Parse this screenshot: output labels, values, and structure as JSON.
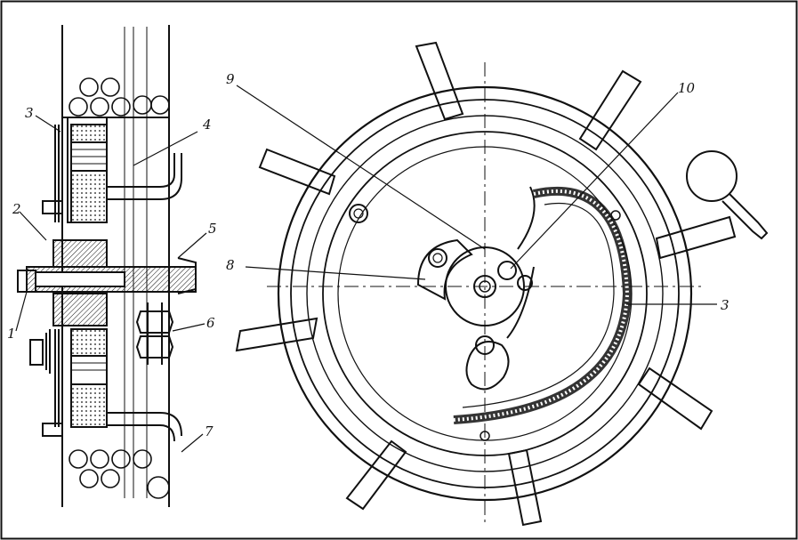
{
  "figure": {
    "style": "black ink technical line drawing",
    "ink_color": "#111111",
    "background": "#ffffff"
  },
  "callouts": {
    "left": {
      "c1": "1",
      "c2": "2",
      "c3": "3",
      "c4": "4",
      "c5": "5",
      "c6": "6",
      "c7": "7"
    },
    "right": {
      "c3": "3",
      "c8": "8",
      "c9": "9",
      "c10": "10"
    }
  }
}
